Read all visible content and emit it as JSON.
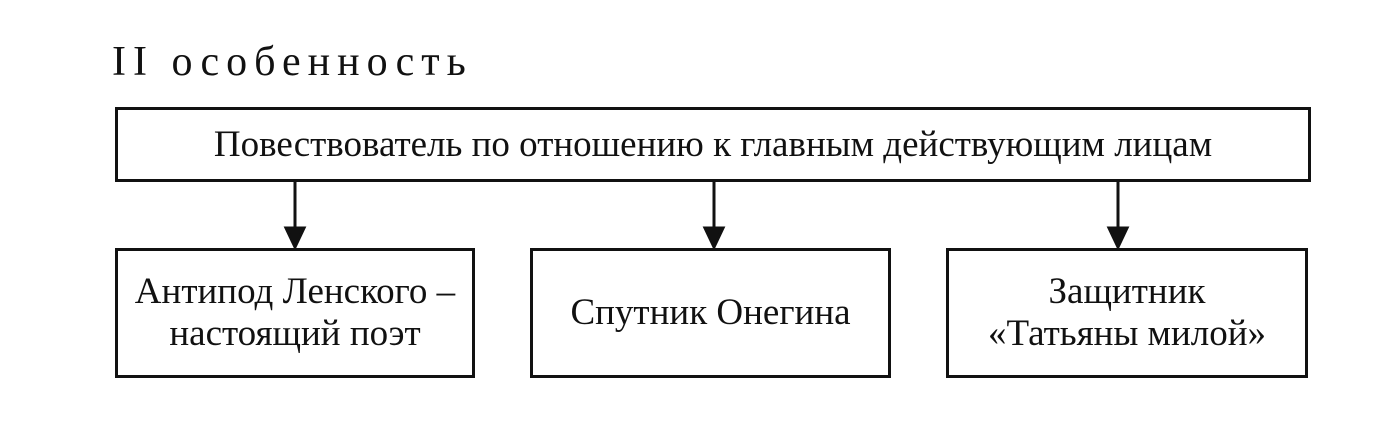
{
  "heading": "II особенность",
  "root": {
    "label": "Повествователь по отношению к главным действующим лицам"
  },
  "children": [
    {
      "lines": [
        "Антипод Ленского –",
        "настоящий поэт"
      ]
    },
    {
      "lines": [
        "Спутник Онегина"
      ]
    },
    {
      "lines": [
        "Защитник",
        "«Татьяны милой»"
      ]
    }
  ]
}
